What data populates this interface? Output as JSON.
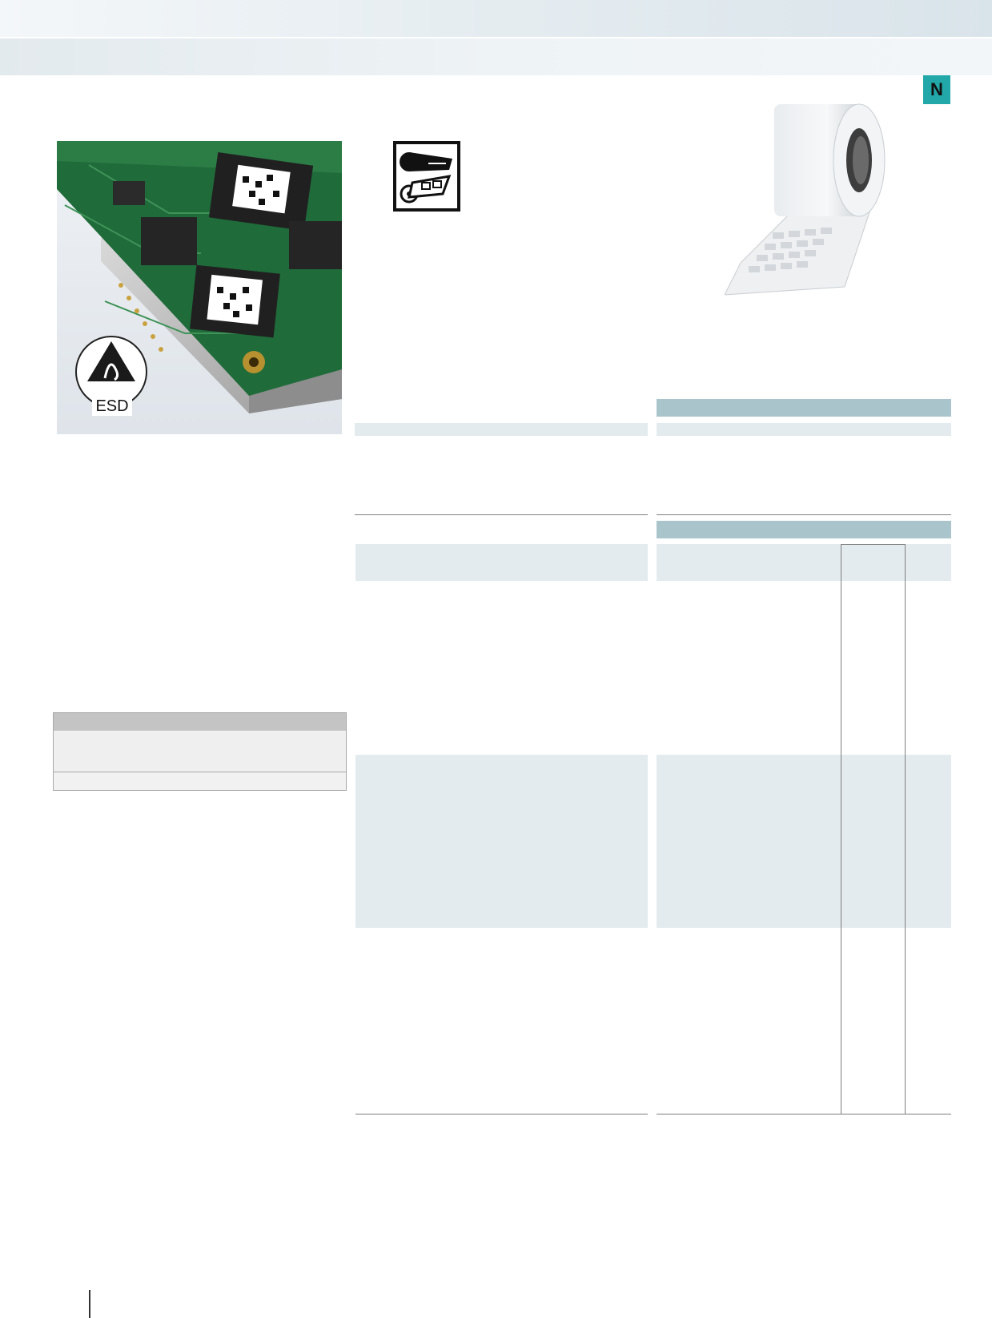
{
  "header": {
    "section_letter": "N",
    "badge_color": "#22a8a8"
  },
  "images": {
    "pcb_photo": {
      "icon_label": "ESD"
    },
    "printer_icon": "printer-icon",
    "label_roll": "label-roll-image"
  },
  "colors": {
    "table_header": "#a9c4cb",
    "table_row_light": "#e3ebee",
    "grey_box_head": "#c4c4c4"
  }
}
